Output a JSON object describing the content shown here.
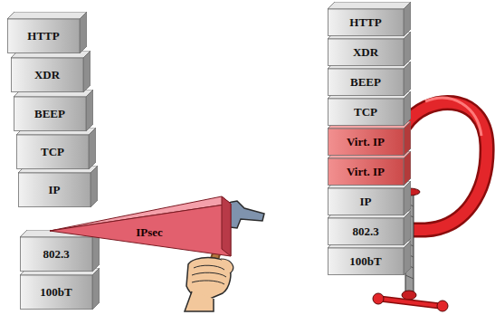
{
  "diagram": {
    "nodes": [
      {
        "text": [
          "HTTP"
        ]
      },
      {
        "text": [
          "XDR"
        ]
      },
      {
        "text": [
          "BEEP"
        ]
      },
      {
        "text": [
          "TCP"
        ]
      },
      {
        "text": [
          "IP"
        ]
      },
      {
        "text": [
          "IPsec"
        ]
      },
      {
        "text": [
          "802.3"
        ]
      },
      {
        "text": [
          "100bT"
        ]
      },
      {
        "text": [
          "HTTP"
        ]
      },
      {
        "text": [
          "XDR"
        ]
      },
      {
        "text": [
          "BEEP"
        ]
      },
      {
        "text": [
          "TCP"
        ]
      },
      {
        "text": [
          "Virt. IP"
        ]
      },
      {
        "text": [
          "Virt. IP"
        ]
      },
      {
        "text": [
          "IP"
        ]
      },
      {
        "text": [
          "802.3"
        ]
      },
      {
        "text": [
          "100bT"
        ]
      }
    ]
  }
}
